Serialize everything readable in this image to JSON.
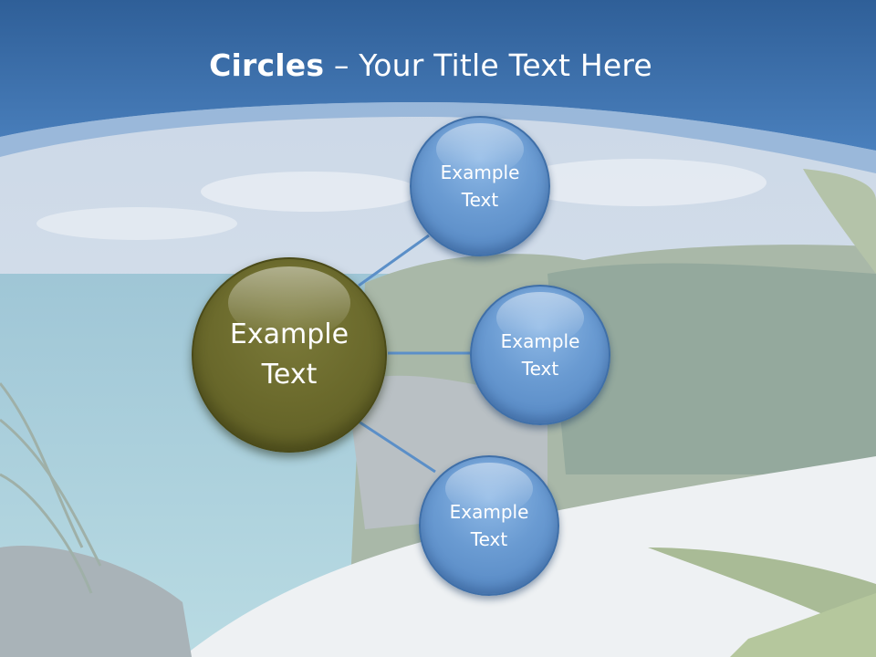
{
  "slide": {
    "title_bold": "Circles",
    "title_rest": " – Your Title Text Here"
  },
  "diagram": {
    "center": {
      "label": "Example\nText"
    },
    "nodes": [
      {
        "label": "Example\nText"
      },
      {
        "label": "Example\nText"
      },
      {
        "label": "Example\nText"
      }
    ]
  },
  "colors": {
    "header_blue": "#3b6ea8",
    "node_blue": "#6a9bd2",
    "center_olive": "#6b6a2c",
    "connector": "#5b8fc8"
  }
}
